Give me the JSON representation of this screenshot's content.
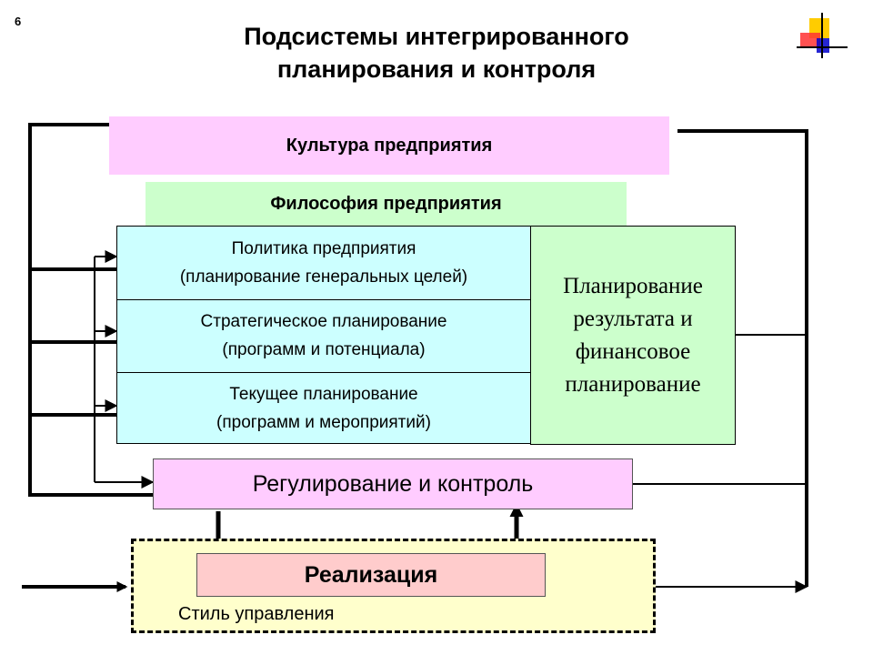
{
  "slide_number": "6",
  "title": {
    "line1": "Подсистемы интегрированного",
    "line2": "планирования и контроля"
  },
  "culture": {
    "label": "Культура предприятия"
  },
  "philosophy": {
    "label": "Философия предприятия"
  },
  "planning_levels": [
    {
      "line1": "Политика предприятия",
      "line2": "(планирование генеральных целей)"
    },
    {
      "line1": "Стратегическое планирование",
      "line2": "(программ и потенциала)"
    },
    {
      "line1": "Текущее планирование",
      "line2": "(программ и мероприятий)"
    }
  ],
  "financial_planning": {
    "line1": "Планирование",
    "line2": "результата и",
    "line3": "финансовое",
    "line4": "планирование"
  },
  "control": {
    "label": "Регулирование и контроль"
  },
  "realization": {
    "label": "Реализация"
  },
  "management_style": {
    "label": "Стиль управления"
  },
  "colors": {
    "culture_fill": "#ffccff",
    "philosophy_fill": "#ccffcc",
    "planning_fill": "#ccffff",
    "financial_fill": "#ccffcc",
    "control_fill": "#ffccff",
    "implementation_frame_fill": "#ffffcc",
    "realization_fill": "#ffcccc",
    "logo_colors": [
      "#ffcc00",
      "#ff3333",
      "#0000cc"
    ]
  },
  "icons": {
    "logo": "crossed-squares-logo"
  }
}
